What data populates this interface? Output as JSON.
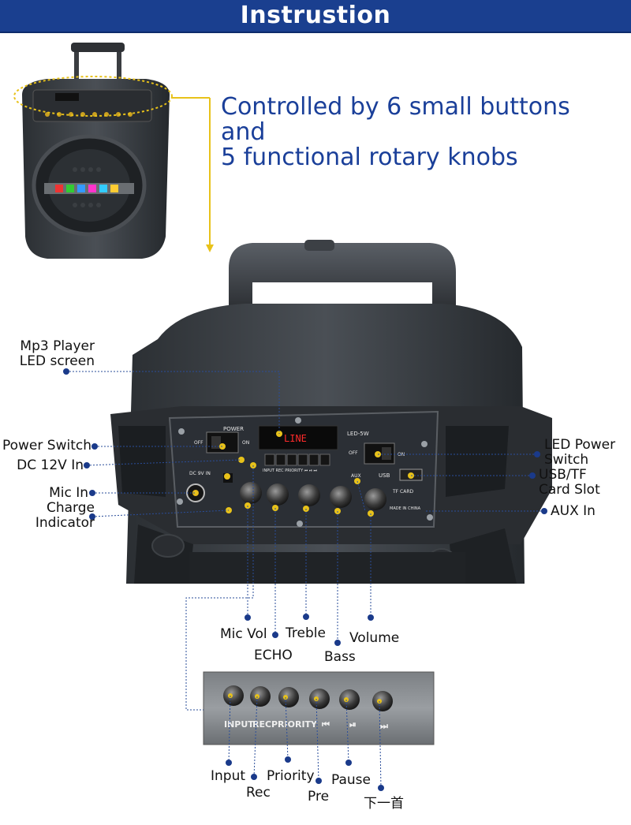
{
  "banner": {
    "title": "Instrustion"
  },
  "headline": {
    "line1": "Controlled by 6 small buttons and",
    "line2": "5 functional rotary knobs"
  },
  "panel": {
    "power": "POWER",
    "off": "OFF",
    "on": "ON",
    "display": "LINE",
    "led_5w": "LED-5W",
    "usb": "USB",
    "tf_card": "TF CARD",
    "made_in": "MADE IN CHINA",
    "dc_in": "DC 9V IN",
    "aux": "AUX",
    "btn_strip": "INPUT  REC PRIORITY  ⏮  ⏯  ⏭"
  },
  "labels": {
    "mp3_led": [
      "Mp3 Player",
      "LED screen"
    ],
    "power_switch": "Power Switch",
    "dc_in": "DC 12V In",
    "mic_in": "Mic In",
    "charge": [
      "Charge",
      "Indicator"
    ],
    "led_power": [
      "LED Power",
      "Switch"
    ],
    "usb_tf": [
      "USB/TF",
      "Card Slot"
    ],
    "aux_in": "AUX In",
    "mic_vol": "Mic Vol",
    "echo": "ECHO",
    "treble": "Treble",
    "bass": "Bass",
    "volume": "Volume",
    "input": "Input",
    "rec": "Rec",
    "priority": "Priority",
    "pre": "Pre",
    "pause": "Pause",
    "next": "下一首"
  },
  "strip_text": {
    "input": "INPUT",
    "rec": "REC",
    "priority": "PRIORITY",
    "prev": "⏮",
    "play": "⏯",
    "next": "⏭"
  },
  "colors": {
    "banner": "#1a3f8f",
    "headline": "#1a3f99",
    "callout": "#1a3a8a",
    "arrow": "#e8c21a"
  }
}
